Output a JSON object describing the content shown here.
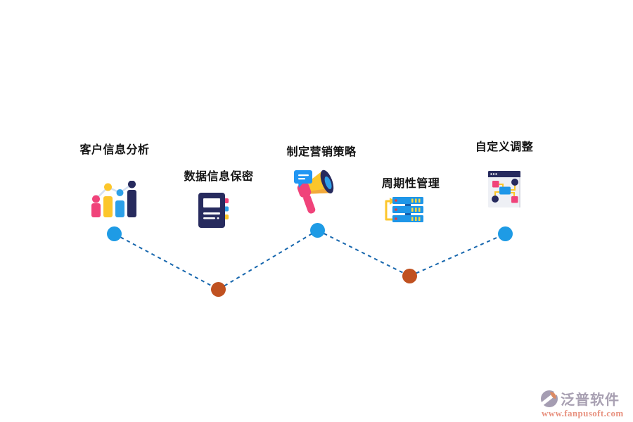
{
  "page": {
    "background": "#ffffff"
  },
  "steps": [
    {
      "label": "客户信息分析",
      "icon": "bar-chart-icon",
      "dot_color": "#1e9be5"
    },
    {
      "label": "数据信息保密",
      "icon": "notebook-icon",
      "dot_color": "#c05120"
    },
    {
      "label": "制定营销策略",
      "icon": "megaphone-icon",
      "dot_color": "#1e9be5"
    },
    {
      "label": "周期性管理",
      "icon": "server-stack-icon",
      "dot_color": "#c05120"
    },
    {
      "label": "自定义调整",
      "icon": "browser-flowchart-icon",
      "dot_color": "#1e9be5"
    }
  ],
  "connector": {
    "style": "dashed",
    "color": "#1666ad"
  },
  "palette": {
    "pink": "#f0437a",
    "yellow": "#fcc62b",
    "blue": "#2196f3",
    "navy": "#272b5e",
    "orange_node": "#c05120",
    "blue_node": "#1e9be5"
  },
  "watermark": {
    "brand": "泛普软件",
    "url": "www.fanpusoft.com",
    "brand_color": "#a8a0b2",
    "url_color": "#e8917f"
  }
}
